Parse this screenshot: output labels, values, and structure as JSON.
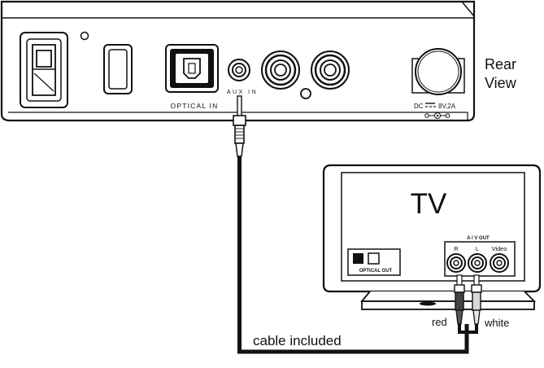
{
  "device": {
    "side_label_line1": "Rear",
    "side_label_line2": "View",
    "optical_in_label": "OPTICAL IN",
    "aux_in_label": "AUX IN",
    "dc_label": "DC",
    "power_rating": "8V,2A"
  },
  "tv": {
    "title": "TV",
    "av_out_label": "A / V OUT",
    "jack_r": "R",
    "jack_l": "L",
    "jack_video": "Video",
    "optical_out_label": "OPTICAL OUT"
  },
  "cable": {
    "label": "cable included",
    "plug_red": "red",
    "plug_white": "white"
  }
}
